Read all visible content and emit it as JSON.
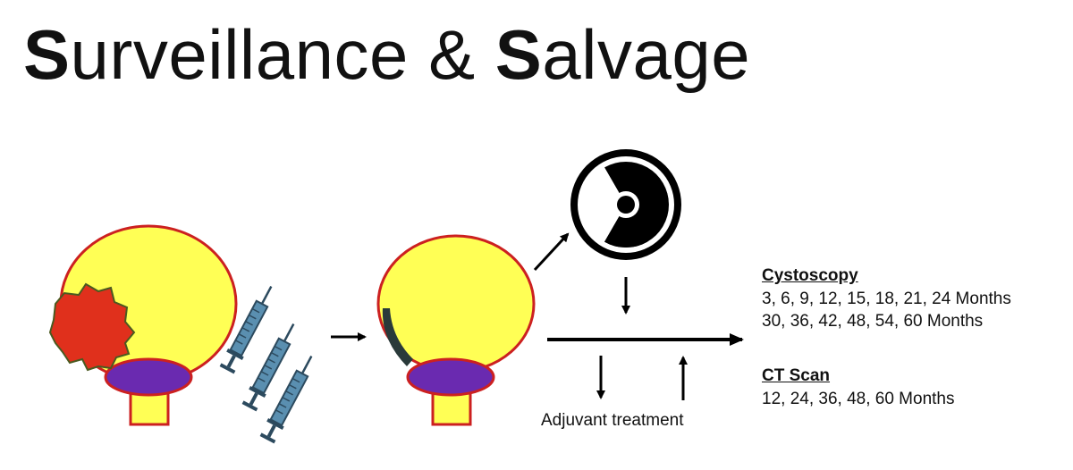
{
  "title": {
    "part1_initial": "S",
    "part1_rest": "urveillance & ",
    "part2_initial": "S",
    "part2_rest": "alvage"
  },
  "diagram": {
    "adjuvant_label": "Adjuvant treatment",
    "cystoscopy": {
      "heading": "Cystoscopy",
      "schedule": [
        "3, 6, 9, 12, 15, 18, 21, 24 Months",
        "30, 36, 42, 48, 54, 60 Months"
      ]
    },
    "ct_scan": {
      "heading": "CT Scan",
      "schedule": [
        "12, 24, 36, 48, 60 Months"
      ]
    }
  },
  "colors": {
    "bladder_fill": "#ffff55",
    "bladder_outline": "#cc2020",
    "tumor_fill": "#e0301c",
    "tumor_outline": "#4a5a20",
    "trigone_fill": "#6a2ab0",
    "syringe_fill": "#5a8fb0",
    "syringe_dark": "#2c4a5e",
    "radiation_symbol": "#000000"
  },
  "icons": [
    "tumor-bladder-icon",
    "syringe-icon",
    "bladder-icon",
    "radiation-icon"
  ]
}
